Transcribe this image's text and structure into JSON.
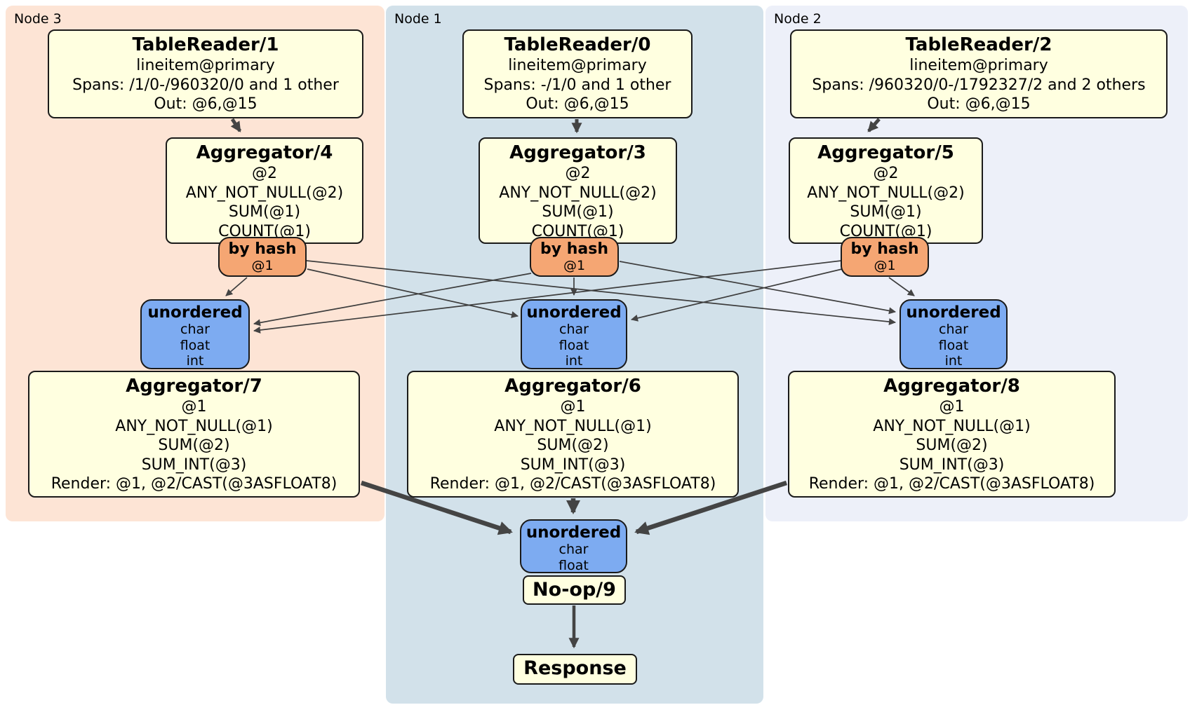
{
  "regions": {
    "node3": {
      "label": "Node 3",
      "fill": "#fde4d5"
    },
    "node1": {
      "label": "Node 1",
      "fill": "#d2e1ea"
    },
    "node2": {
      "label": "Node 2",
      "fill": "#edf0f9"
    }
  },
  "processors": {
    "tr1": {
      "title": "TableReader/1",
      "lines": [
        "lineitem@primary",
        "Spans: /1/0-/960320/0 and 1 other",
        "Out: @6,@15"
      ]
    },
    "tr0": {
      "title": "TableReader/0",
      "lines": [
        "lineitem@primary",
        "Spans: -/1/0 and 1 other",
        "Out: @6,@15"
      ]
    },
    "tr2": {
      "title": "TableReader/2",
      "lines": [
        "lineitem@primary",
        "Spans: /960320/0-/1792327/2 and 2 others",
        "Out: @6,@15"
      ]
    },
    "agg4": {
      "title": "Aggregator/4",
      "lines": [
        "@2",
        "ANY_NOT_NULL(@2)",
        "SUM(@1)",
        "COUNT(@1)"
      ]
    },
    "agg3": {
      "title": "Aggregator/3",
      "lines": [
        "@2",
        "ANY_NOT_NULL(@2)",
        "SUM(@1)",
        "COUNT(@1)"
      ]
    },
    "agg5": {
      "title": "Aggregator/5",
      "lines": [
        "@2",
        "ANY_NOT_NULL(@2)",
        "SUM(@1)",
        "COUNT(@1)"
      ]
    },
    "agg7": {
      "title": "Aggregator/7",
      "lines": [
        "@1",
        "ANY_NOT_NULL(@1)",
        "SUM(@2)",
        "SUM_INT(@3)",
        "Render: @1, @2/CAST(@3ASFLOAT8)"
      ]
    },
    "agg6": {
      "title": "Aggregator/6",
      "lines": [
        "@1",
        "ANY_NOT_NULL(@1)",
        "SUM(@2)",
        "SUM_INT(@3)",
        "Render: @1, @2/CAST(@3ASFLOAT8)"
      ]
    },
    "agg8": {
      "title": "Aggregator/8",
      "lines": [
        "@1",
        "ANY_NOT_NULL(@1)",
        "SUM(@2)",
        "SUM_INT(@3)",
        "Render: @1, @2/CAST(@3ASFLOAT8)"
      ]
    },
    "noop": {
      "title": "No-op/9"
    },
    "response": {
      "title": "Response"
    }
  },
  "routers": {
    "bh3": {
      "title": "by hash",
      "sub": "@1"
    },
    "bh1": {
      "title": "by hash",
      "sub": "@1"
    },
    "bh2": {
      "title": "by hash",
      "sub": "@1"
    }
  },
  "syncs": {
    "u3": {
      "title": "unordered",
      "lines": [
        "char",
        "float",
        "int"
      ]
    },
    "u1": {
      "title": "unordered",
      "lines": [
        "char",
        "float",
        "int"
      ]
    },
    "u2": {
      "title": "unordered",
      "lines": [
        "char",
        "float",
        "int"
      ]
    },
    "ufinal": {
      "title": "unordered",
      "lines": [
        "char",
        "float"
      ]
    }
  },
  "edges": {
    "flow": [
      {
        "from": "TableReader/1",
        "to": "Aggregator/4"
      },
      {
        "from": "TableReader/0",
        "to": "Aggregator/3"
      },
      {
        "from": "TableReader/2",
        "to": "Aggregator/5"
      },
      {
        "from": "Aggregator/7",
        "to": "unordered-final"
      },
      {
        "from": "Aggregator/6",
        "to": "unordered-final"
      },
      {
        "from": "Aggregator/8",
        "to": "unordered-final"
      },
      {
        "from": "No-op/9",
        "to": "Response"
      }
    ],
    "routing": [
      {
        "from": "by-hash-node3",
        "to": "unordered-node3"
      },
      {
        "from": "by-hash-node3",
        "to": "unordered-node1"
      },
      {
        "from": "by-hash-node3",
        "to": "unordered-node2"
      },
      {
        "from": "by-hash-node1",
        "to": "unordered-node3"
      },
      {
        "from": "by-hash-node1",
        "to": "unordered-node1"
      },
      {
        "from": "by-hash-node1",
        "to": "unordered-node2"
      },
      {
        "from": "by-hash-node2",
        "to": "unordered-node3"
      },
      {
        "from": "by-hash-node2",
        "to": "unordered-node1"
      },
      {
        "from": "by-hash-node2",
        "to": "unordered-node2"
      }
    ]
  },
  "colors": {
    "processor_fill": "#ffffe0",
    "router_fill": "#f5a673",
    "sync_fill": "#7dabf1",
    "edge": "#444444",
    "border": "#1a1a1a"
  }
}
